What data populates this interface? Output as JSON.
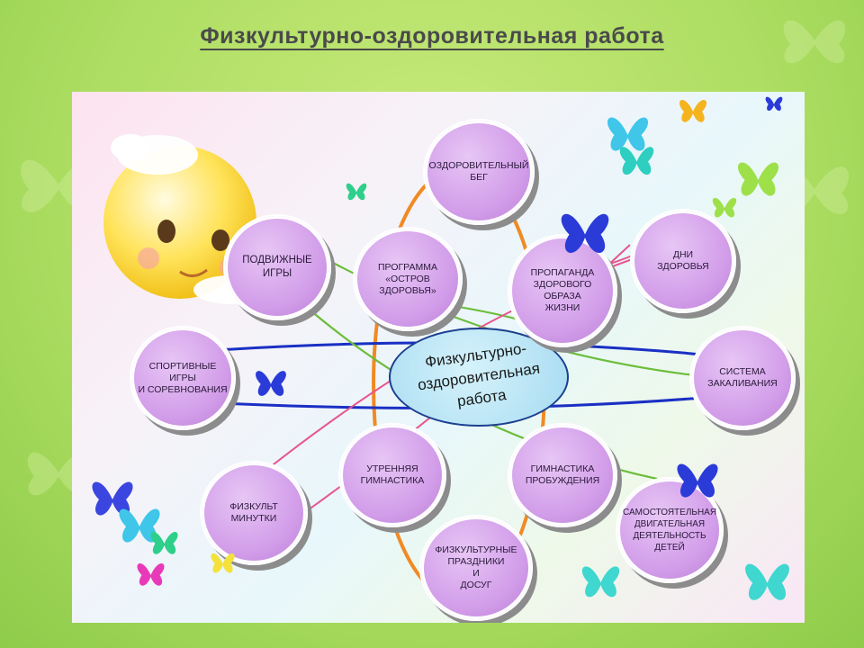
{
  "title": "Физкультурно-оздоровительная работа",
  "center": "Физкультурно-оздоровительная\nработа",
  "nodes": {
    "ozdorovitelny_beg": "ОЗДОРОВИТЕЛЬНЫЙ\nБЕГ",
    "podvizhnye_igry": "ПОДВИЖНЫЕ\nИГРЫ",
    "programma": "ПРОГРАММА\n«ОСТРОВ ЗДОРОВЬЯ»",
    "propaganda": "ПРОПАГАНДА\nЗДОРОВОГО\nОБРАЗА\nЖИЗНИ",
    "dni_zdorovya": "ДНИ\nЗДОРОВЬЯ",
    "sportivnye_igry": "СПОРТИВНЫЕ ИГРЫ\nИ СОРЕВНОВАНИЯ",
    "sistema_zakalivaniya": "СИСТЕМА\nЗАКАЛИВАНИЯ",
    "utrennyaya_gimnastika": "УТРЕННЯЯ\nГИМНАСТИКА",
    "gimnastika_probuzhdeniya": "ГИМНАСТИКА\nПРОБУЖДЕНИЯ",
    "fizkultminutki": "ФИЗКУЛЬТ\nМИНУТКИ",
    "samostoyatelnaya": "САМОСТОЯТЕЛЬНАЯ\nДВИГАТЕЛЬНАЯ\nДЕЯТЕЛЬНОСТЬ\nДЕТЕЙ",
    "fizkulturnye_prazdniki": "ФИЗКУЛЬТУРНЫЕ\nПРАЗДНИКИ\nИ\nДОСУГ"
  },
  "colors": {
    "node_fill": "#d29de9",
    "center_fill": "#a6dbf1",
    "line_blue": "#1a2fc4",
    "line_orange": "#f08a24",
    "line_green": "#6cbd3a",
    "line_pink": "#e8558f"
  }
}
